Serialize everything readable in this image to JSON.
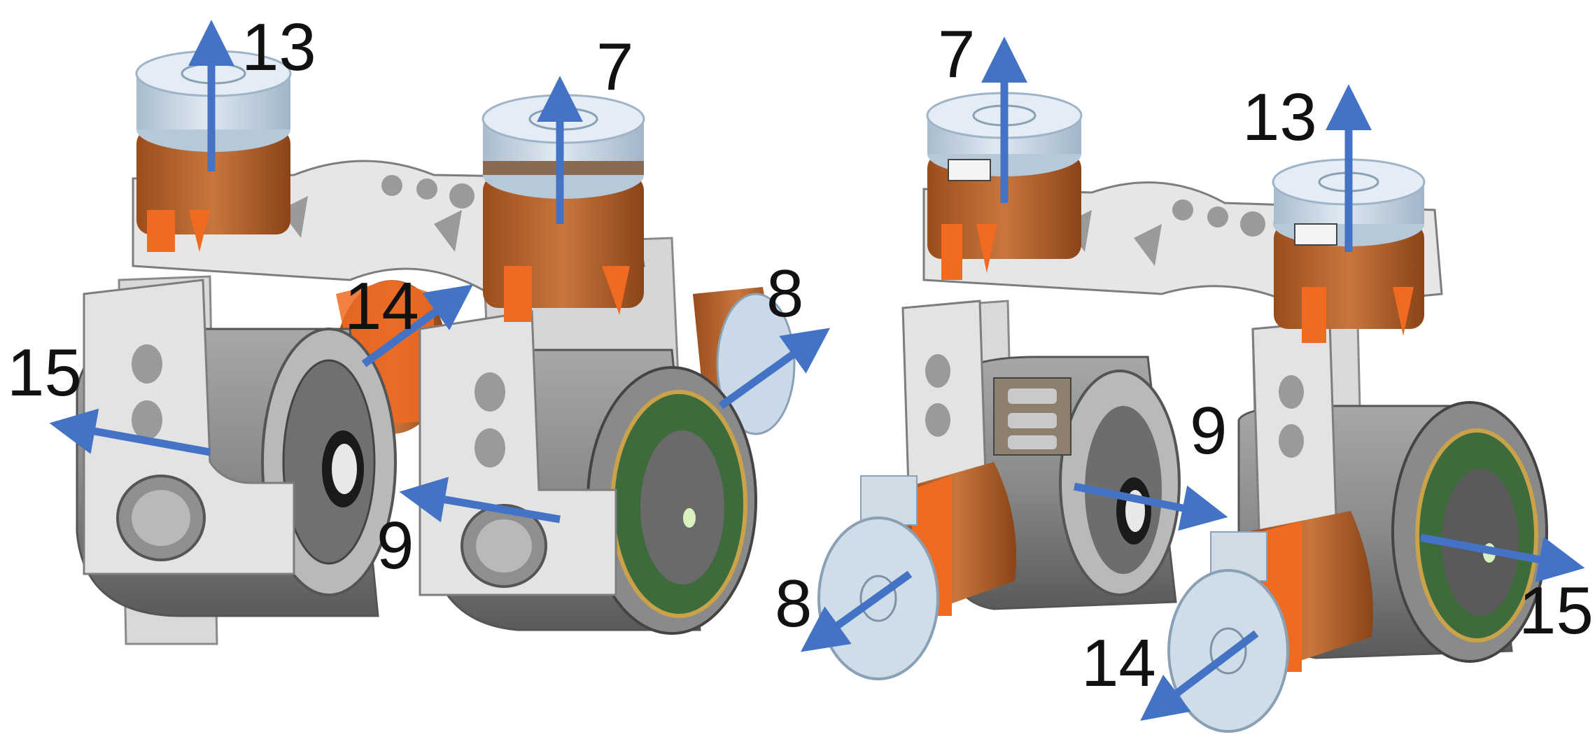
{
  "colors": {
    "background": "#ffffff",
    "arrow": "#4472c4",
    "motor_cap": "#c9d9e8",
    "motor_cap_dark": "#9fb4c8",
    "copper": "#b8612a",
    "copper_dark": "#8a4418",
    "orange": "#f06a22",
    "frame": "#dcdcdc",
    "frame_edge": "#8a8a8a",
    "housing": "#8c8c8c",
    "housing_dark": "#5e5e5e",
    "encoder_green": "#3e6b3c",
    "label": "#111111"
  },
  "left_view": {
    "labels": [
      "13",
      "7",
      "14",
      "8",
      "15",
      "9"
    ]
  },
  "right_view": {
    "labels": [
      "7",
      "13",
      "9",
      "8",
      "15",
      "14"
    ]
  }
}
